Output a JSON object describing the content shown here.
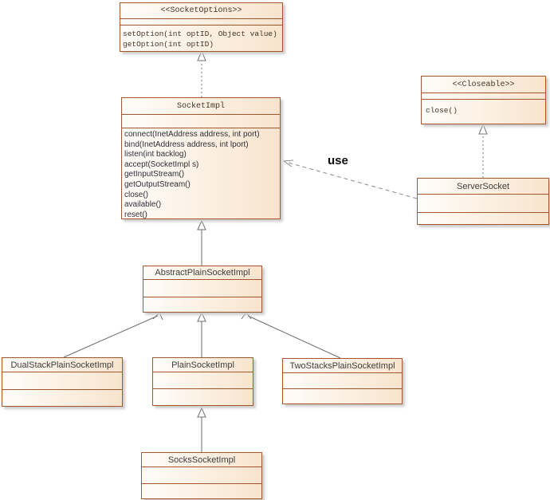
{
  "labels": {
    "use": "use"
  },
  "colors": {
    "box_border": "#a5562a",
    "box_fill_start": "#fffdfa",
    "box_fill_end": "#f8e4cd",
    "connector_line": "#757575",
    "method_text": "#2e2e38",
    "shadow": "#cccccc"
  },
  "classes": {
    "socket_options": {
      "title": "<<SocketOptions>>",
      "methods": [
        "setOption(int optID, Object value)",
        "getOption(int optID)"
      ]
    },
    "socket_impl": {
      "title": "SocketImpl",
      "methods": [
        "connect(InetAddress address, int port)",
        "bind(InetAddress address, int lport)",
        "listen(int backlog)",
        "accept(SocketImpl s)",
        "getInputStream()",
        "getOutputStream()",
        "close()",
        "available()",
        "reset()"
      ]
    },
    "closeable": {
      "title": "<<Closeable>>",
      "methods": [
        "close()"
      ]
    },
    "server_socket": {
      "title": "ServerSocket",
      "methods": []
    },
    "abstract_plain_socket_impl": {
      "title": "AbstractPlainSocketImpl",
      "methods": []
    },
    "dual_stack_plain_socket_impl": {
      "title": "DualStackPlainSocketImpl",
      "methods": []
    },
    "plain_socket_impl": {
      "title": "PlainSocketImpl",
      "methods": []
    },
    "two_stacks_plain_socket_impl": {
      "title": "TwoStacksPlainSocketImpl",
      "methods": []
    },
    "socks_socket_impl": {
      "title": "SocksSocketImpl",
      "methods": []
    }
  },
  "relationships": [
    {
      "from": "SocketImpl",
      "to": "<<SocketOptions>>",
      "type": "realization"
    },
    {
      "from": "ServerSocket",
      "to": "<<Closeable>>",
      "type": "realization"
    },
    {
      "from": "ServerSocket",
      "to": "SocketImpl",
      "type": "dependency",
      "label": "use"
    },
    {
      "from": "AbstractPlainSocketImpl",
      "to": "SocketImpl",
      "type": "generalization"
    },
    {
      "from": "DualStackPlainSocketImpl",
      "to": "AbstractPlainSocketImpl",
      "type": "generalization"
    },
    {
      "from": "PlainSocketImpl",
      "to": "AbstractPlainSocketImpl",
      "type": "generalization"
    },
    {
      "from": "TwoStacksPlainSocketImpl",
      "to": "AbstractPlainSocketImpl",
      "type": "generalization"
    },
    {
      "from": "SocksSocketImpl",
      "to": "PlainSocketImpl",
      "type": "generalization"
    }
  ]
}
